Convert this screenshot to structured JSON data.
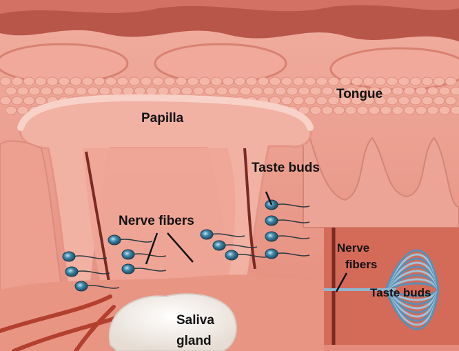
{
  "labels": {
    "tongue": "Tongue",
    "papilla": "Papilla",
    "taste_buds_top": "Taste buds",
    "nerve_fibers_main": "Nerve fibers",
    "nerve_fibers_inset_line1": "Nerve",
    "nerve_fibers_inset_line2": "fibers",
    "taste_buds_inset": "Taste buds",
    "saliva_gland_line1": "Saliva",
    "saliva_gland_line2": "gland"
  },
  "colors": {
    "tissue": "#e89a8c",
    "tissue_light": "#f2b9ad",
    "tissue_dark": "#b8564a",
    "papilla_rim": "#f6c8bd",
    "surface_bumps": "#f3b5a8",
    "taste_bud_cell": "#2f6f8f",
    "taste_bud_core": "#9fd3e6",
    "nerve_line": "#111111",
    "gland": "#f4efe9",
    "vessel": "#b3402f",
    "inset_bg": "#c95a48",
    "inset_fibers": "#6fa6c9"
  }
}
